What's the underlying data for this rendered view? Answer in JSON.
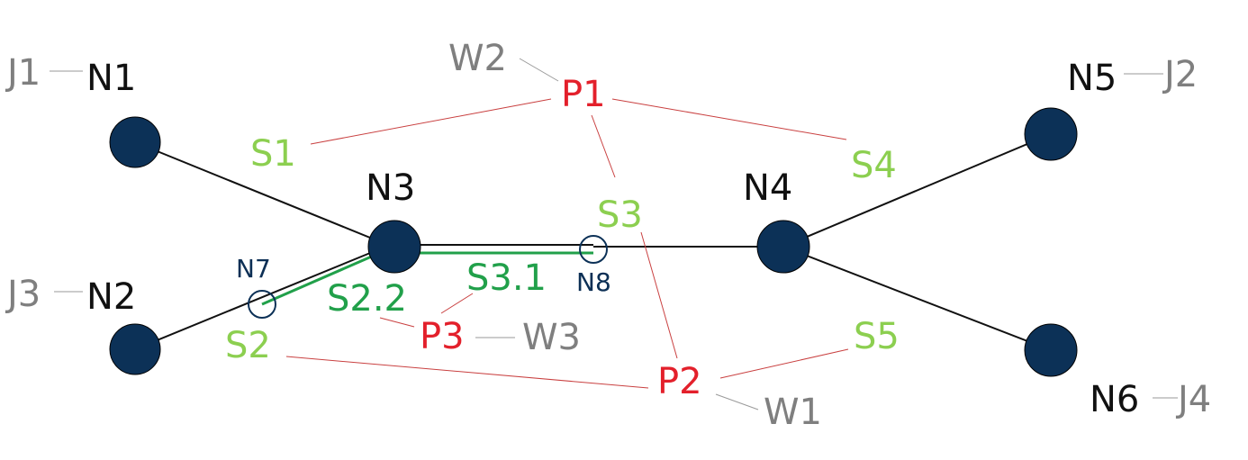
{
  "colors": {
    "node": "#0c3157",
    "edge": "#111111",
    "segment_light": "#8ccf50",
    "segment_dark": "#21a04a",
    "path": "#e3202b",
    "path_line": "#c94040",
    "junction": "#7f7f7f",
    "leader": "#9a9a9a"
  },
  "nodes": {
    "N1": "N1",
    "N2": "N2",
    "N3": "N3",
    "N4": "N4",
    "N5": "N5",
    "N6": "N6",
    "N7": "N7",
    "N8": "N8"
  },
  "junctions": {
    "J1": "J1",
    "J2": "J2",
    "J3": "J3",
    "J4": "J4"
  },
  "segments": {
    "S1": "S1",
    "S2": "S2",
    "S3": "S3",
    "S4": "S4",
    "S5": "S5",
    "S2_2": "S2.2",
    "S3_1": "S3.1"
  },
  "paths": {
    "P1": "P1",
    "P2": "P2",
    "P3": "P3"
  },
  "waypoints": {
    "W1": "W1",
    "W2": "W2",
    "W3": "W3"
  }
}
